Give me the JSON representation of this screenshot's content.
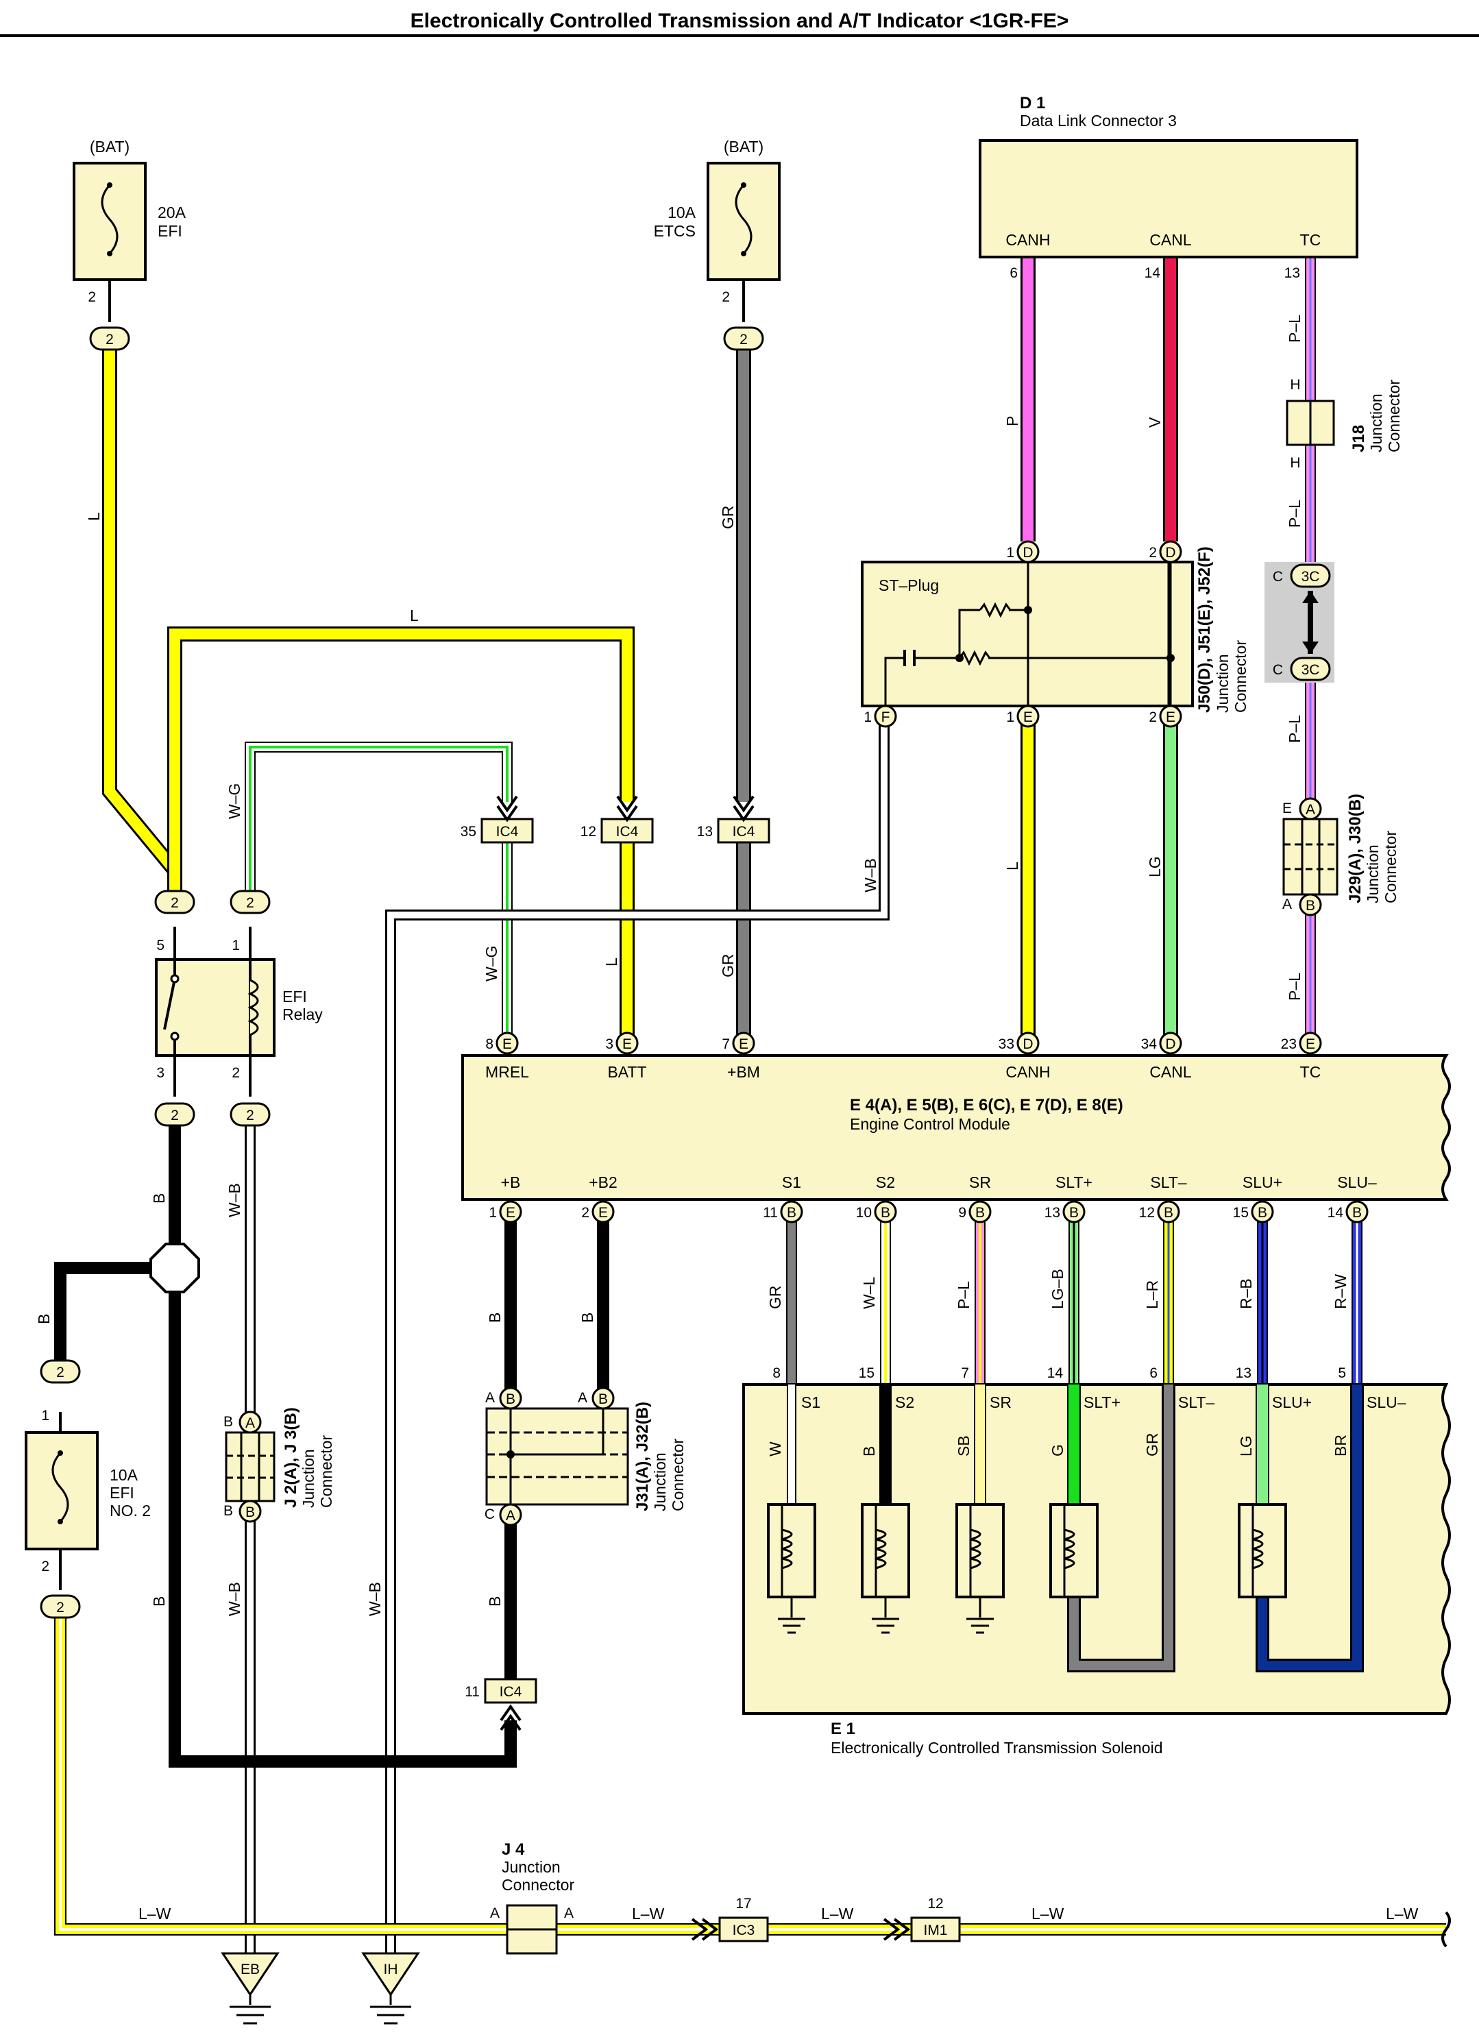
{
  "title": "Electronically Controlled Transmission and A/T Indicator <1GR-FE>",
  "colors": {
    "L": "#ffff00",
    "GR": "#808080",
    "P": "#ff6cf0",
    "V": "#e8174e",
    "LG": "#86f088",
    "B": "#000000",
    "G": "#19e01c",
    "LB": "#0a2f95",
    "Y": "#ffff00",
    "SB": "#fffaa0",
    "BOX": "#fbf6c8",
    "WIRE_W": "#ffffff",
    "P_L_pink": "#ff8af0",
    "P_L_blue": "#6a7bff"
  },
  "fuses": {
    "efi": {
      "source": "(BAT)",
      "rating": "20A",
      "name": "EFI",
      "pin": "2"
    },
    "etcs": {
      "source": "(BAT)",
      "rating": "10A",
      "name": "ETCS",
      "pin": "2"
    },
    "efi_no2": {
      "rating": "10A",
      "name1": "EFI",
      "name2": "NO. 2",
      "pin_top": "1",
      "pin_bot": "2"
    }
  },
  "dlc": {
    "id": "D 1",
    "name": "Data Link Connector 3",
    "pins": [
      {
        "label": "CANH",
        "num": "6",
        "wire": "P"
      },
      {
        "label": "CANL",
        "num": "14",
        "wire": "V"
      },
      {
        "label": "TC",
        "num": "13",
        "wire": "P–L"
      }
    ]
  },
  "st_plug": {
    "label": "ST–Plug",
    "jc_id": "J50(D), J51(E), J52(F)",
    "jc_name1": "Junction",
    "jc_name2": "Connector"
  },
  "j18": {
    "id": "J18",
    "name1": "Junction",
    "name2": "Connector",
    "pin": "H"
  },
  "j29": {
    "id": "J29(A), J30(B)",
    "name1": "Junction",
    "name2": "Connector"
  },
  "j2": {
    "id": "J 2(A), J 3(B)",
    "name1": "Junction",
    "name2": "Connector"
  },
  "j31": {
    "id": "J31(A), J32(B)",
    "name1": "Junction",
    "name2": "Connector"
  },
  "j4": {
    "id": "J 4",
    "name1": "Junction",
    "name2": "Connector"
  },
  "relay": {
    "name1": "EFI",
    "name2": "Relay"
  },
  "ecm": {
    "id": "E 4(A), E 5(B), E 6(C), E 7(D), E 8(E)",
    "name": "Engine Control Module",
    "top_pins": [
      {
        "label": "MREL",
        "num": "8",
        "c": "E",
        "wire": "W–G"
      },
      {
        "label": "BATT",
        "num": "3",
        "c": "E",
        "wire": "L"
      },
      {
        "label": "+BM",
        "num": "7",
        "c": "E",
        "wire": "GR"
      },
      {
        "label": "CANH",
        "num": "33",
        "c": "D",
        "wire": "L"
      },
      {
        "label": "CANL",
        "num": "34",
        "c": "D",
        "wire": "LG"
      },
      {
        "label": "TC",
        "num": "23",
        "c": "E",
        "wire": "P–L"
      }
    ],
    "bottom_pins": [
      {
        "label": "+B",
        "num": "1",
        "c": "E"
      },
      {
        "label": "+B2",
        "num": "2",
        "c": "E"
      },
      {
        "label": "S1",
        "num": "11",
        "c": "B",
        "wire": "GR"
      },
      {
        "label": "S2",
        "num": "10",
        "c": "B",
        "wire": "W–L"
      },
      {
        "label": "SR",
        "num": "9",
        "c": "B",
        "wire": "P–L"
      },
      {
        "label": "SLT+",
        "num": "13",
        "c": "B",
        "wire": "LG–B"
      },
      {
        "label": "SLT–",
        "num": "12",
        "c": "B",
        "wire": "L–R"
      },
      {
        "label": "SLU+",
        "num": "15",
        "c": "B",
        "wire": "R–B"
      },
      {
        "label": "SLU–",
        "num": "14",
        "c": "B",
        "wire": "R–W"
      }
    ]
  },
  "solenoid": {
    "id": "E 1",
    "name": "Electronically Controlled Transmission Solenoid",
    "pins": [
      {
        "label": "S1",
        "num": "8",
        "wire": "W"
      },
      {
        "label": "S2",
        "num": "15",
        "wire": "B"
      },
      {
        "label": "SR",
        "num": "7",
        "wire": "SB"
      },
      {
        "label": "SLT+",
        "num": "14",
        "wire": "G"
      },
      {
        "label": "SLT–",
        "num": "6",
        "wire": "GR"
      },
      {
        "label": "SLU+",
        "num": "13",
        "wire": "LG"
      },
      {
        "label": "SLU–",
        "num": "5",
        "wire": "BR"
      }
    ]
  },
  "ic4": {
    "name": "IC4",
    "pins": [
      "35",
      "12",
      "13",
      "11"
    ]
  },
  "ic3": {
    "name": "IC3",
    "pin": "17"
  },
  "im1": {
    "name": "IM1",
    "pin": "12"
  },
  "grounds": {
    "eb": "EB",
    "ih": "IH"
  },
  "wires": {
    "L": "L",
    "W_G": "W–G",
    "GR": "GR",
    "W_B": "W–B",
    "B": "B",
    "P": "P",
    "V": "V",
    "P_L": "P–L",
    "LG": "LG",
    "L_W": "L–W"
  },
  "labels": {
    "c2": "2",
    "c3c": "3C",
    "cA": "A",
    "cB": "B",
    "cC": "C",
    "cD": "D",
    "cE": "E",
    "cF": "F",
    "cH": "H",
    "n1": "1",
    "n2": "2",
    "n3": "3",
    "n5": "5"
  }
}
